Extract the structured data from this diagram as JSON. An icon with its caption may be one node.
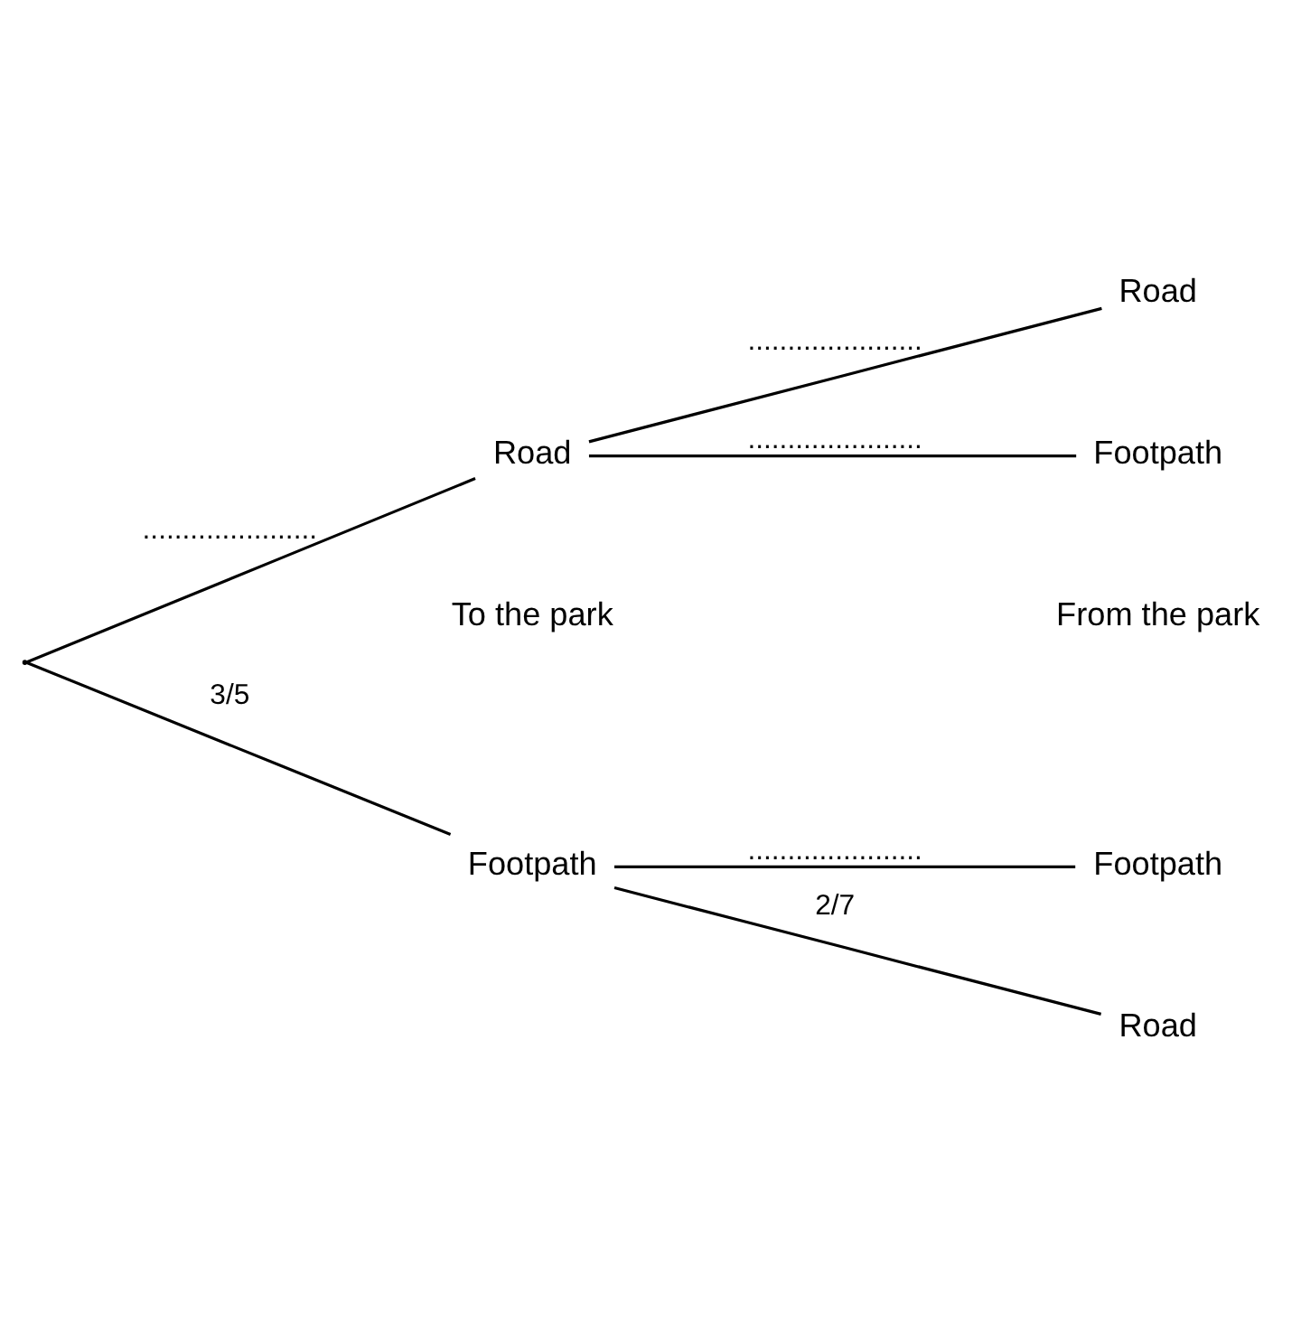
{
  "diagram": {
    "nodes": [
      {
        "text": [],
        "shape": "point"
      },
      {
        "text": [
          "Footpath"
        ]
      },
      {
        "text": [
          "Road"
        ]
      },
      {
        "text": [
          "Footpath"
        ]
      },
      {
        "text": [
          "Road"
        ]
      },
      {
        "text": [
          "Footpath"
        ]
      },
      {
        "text": [
          "Road"
        ]
      }
    ],
    "edges": [
      {
        "from": 0,
        "to": 1,
        "arrow": "none",
        "label": "3/5"
      },
      {
        "from": 0,
        "to": 2,
        "arrow": "none",
        "label": "......................"
      },
      {
        "from": 1,
        "to": 3,
        "arrow": "none",
        "label": "......................"
      },
      {
        "from": 1,
        "to": 4,
        "arrow": "none",
        "label": "2/7"
      },
      {
        "from": 2,
        "to": 5,
        "arrow": "none",
        "label": "......................"
      },
      {
        "from": 2,
        "to": 6,
        "arrow": "none",
        "label": "......................"
      }
    ],
    "labels": [
      "To the park",
      "From the park"
    ]
  }
}
